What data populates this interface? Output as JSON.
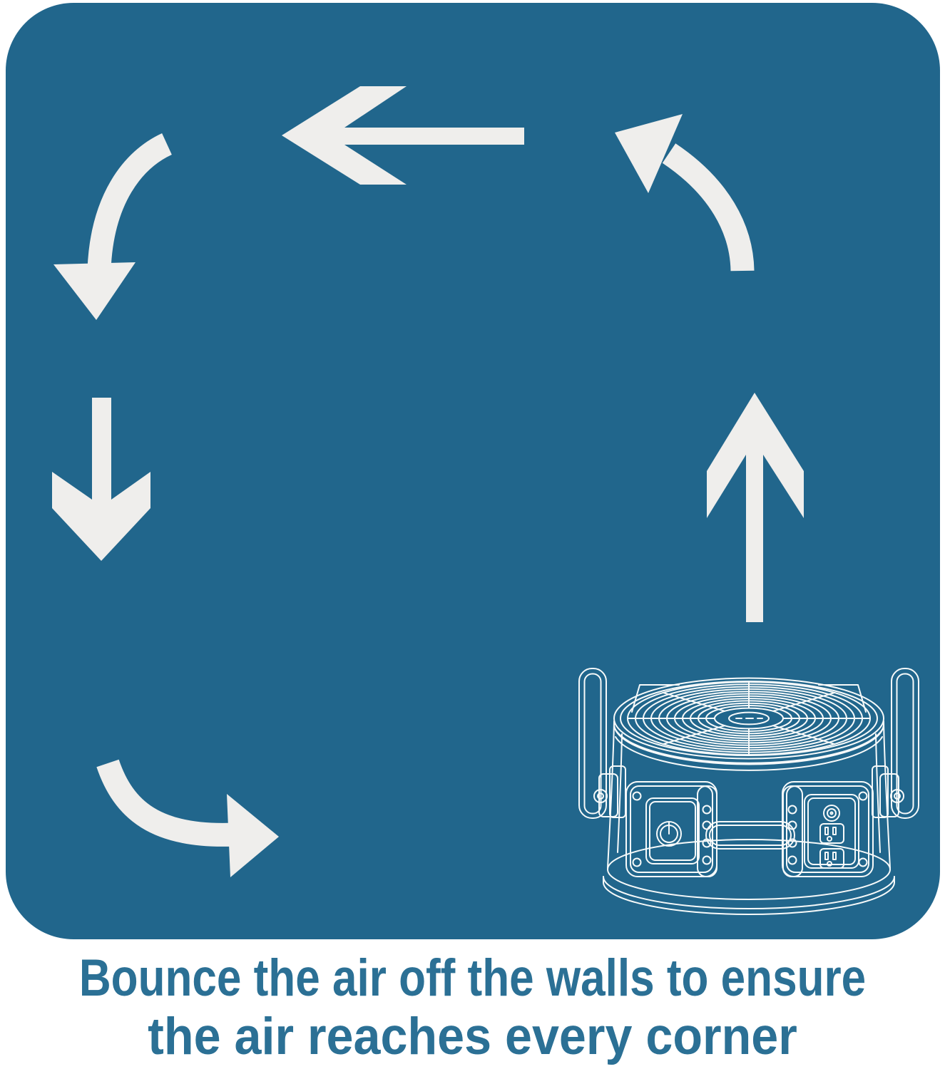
{
  "colors": {
    "page_bg": "#FFFFFF",
    "panel_bg": "#21668C",
    "arrow_fill": "#EFEEEC",
    "fan_line": "#F7FAFA",
    "caption_text": "#2B7095"
  },
  "caption": {
    "line1": "Bounce the air off the walls to ensure",
    "line2": "the air reaches every corner"
  },
  "icons": {
    "arrows": [
      "left-arrow",
      "curve-down-arrow",
      "down-arrow",
      "curve-right-arrow",
      "up-arrow",
      "curve-up-left-arrow"
    ],
    "fan": "air-mover-fan"
  }
}
